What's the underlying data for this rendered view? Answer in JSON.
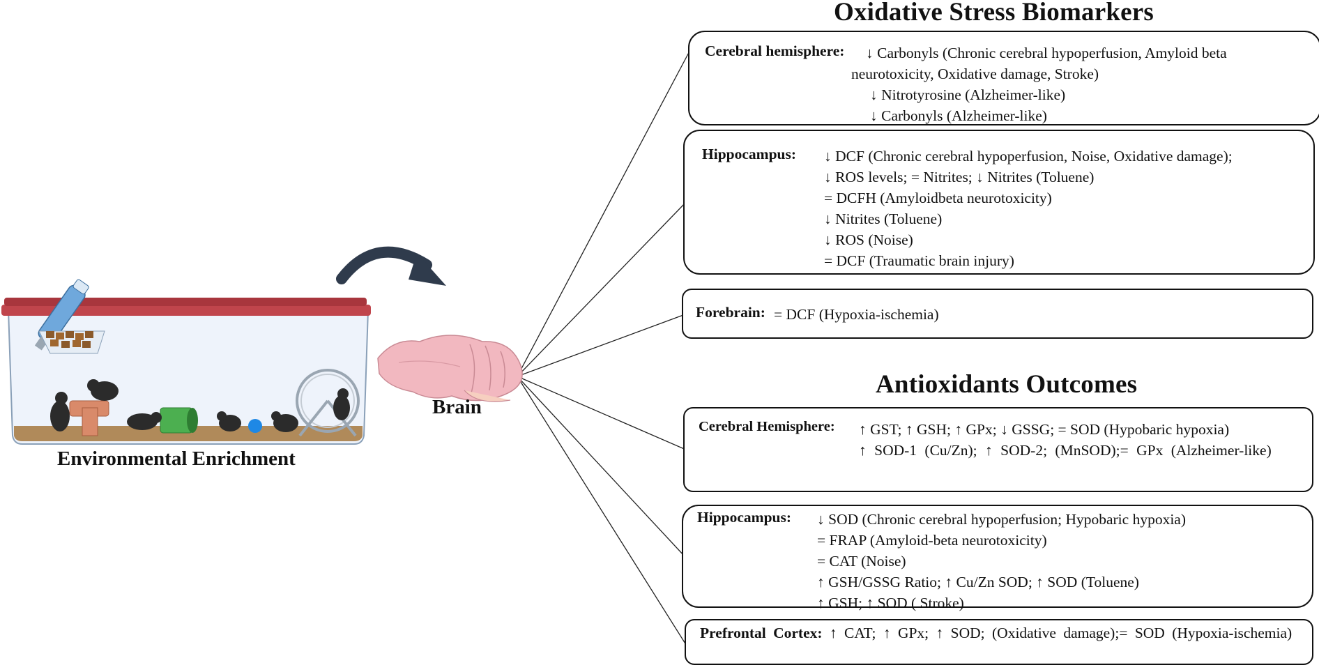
{
  "titles": {
    "biomarkers": "Oxidative Stress Biomarkers",
    "antioxidants": "Antioxidants Outcomes"
  },
  "left": {
    "enrichment_label": "Environmental  Enrichment",
    "brain_label": "Brain"
  },
  "biomarkers": {
    "cerebral_hemisphere": {
      "label": "Cerebral hemisphere:",
      "lines": [
        "↓ Carbonyls (Chronic cerebral hypoperfusion, Amyloid beta",
        "neurotoxicity, Oxidative damage, Stroke)",
        "↓ Nitrotyrosine (Alzheimer-like)",
        "↓ Carbonyls (Alzheimer-like)"
      ]
    },
    "hippocampus": {
      "label": "Hippocampus:",
      "lines": [
        "↓ DCF (Chronic cerebral hypoperfusion, Noise, Oxidative damage);",
        "↓ ROS levels; = Nitrites; ↓ Nitrites (Toluene)",
        " = DCFH (Amyloidbeta neurotoxicity)",
        "↓ Nitrites (Toluene)",
        "↓ ROS (Noise)",
        "= DCF (Traumatic brain injury)"
      ]
    },
    "forebrain": {
      "label": "Forebrain:",
      "text": "= DCF (Hypoxia-ischemia)"
    }
  },
  "antioxidants": {
    "cerebral_hemisphere": {
      "label": "Cerebral Hemisphere:",
      "line1": "↑ GST; ↑ GSH; ↑ GPx; ↓ GSSG; = SOD (Hypobaric hypoxia)",
      "rest": "↑ SOD-1 (Cu/Zn); ↑ SOD-2; (MnSOD);= GPx (Alzheimer-like)"
    },
    "hippocampus": {
      "label": "Hippocampus:",
      "lines": [
        "↓ SOD (Chronic cerebral hypoperfusion; Hypobaric hypoxia)",
        "= FRAP (Amyloid-beta neurotoxicity)",
        "= CAT (Noise)",
        "↑ GSH/GSSG Ratio; ↑ Cu/Zn SOD; ↑ SOD (Toluene)",
        "↑ GSH; ↑ SOD ( Stroke)"
      ]
    },
    "prefrontal_cortex": {
      "label": "Prefrontal Cortex:",
      "text": "↑ CAT; ↑ GPx; ↑ SOD; (Oxidative damage);= SOD (Hypoxia-ischemia)"
    }
  },
  "colors": {
    "cage_lid": "#c0454c",
    "cage_body": "#eef3fb",
    "bedding": "#b08a5a",
    "bottle": "#6fa8dc",
    "brain": "#f2b8c0",
    "arrow": "#2f3b4c",
    "tunnel": "#4caf50",
    "connector_pipe": "#d98a6a",
    "ball": "#1e88e5"
  },
  "icons": [
    "water-bottle-icon",
    "food-pellets-icon",
    "mouse-icon",
    "pipe-connector-icon",
    "tunnel-icon",
    "ball-icon",
    "running-wheel-icon",
    "curved-arrow-icon",
    "brain-icon"
  ]
}
